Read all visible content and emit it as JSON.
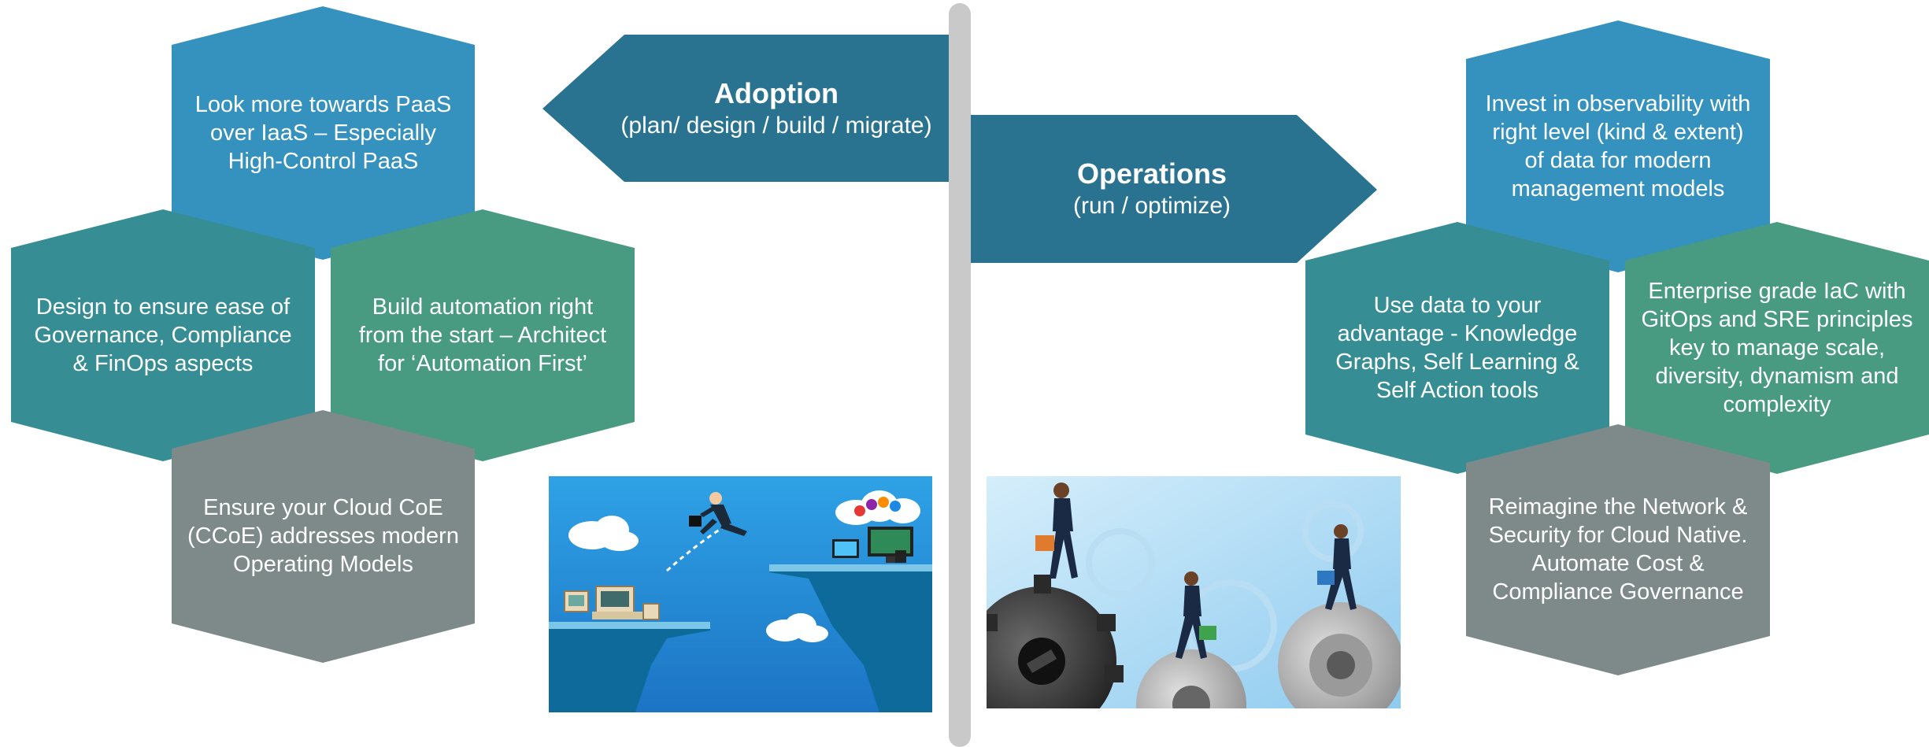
{
  "colors": {
    "blue": "#3592BE",
    "teal": "#368E94",
    "green": "#489A80",
    "gray": "#7D8A89",
    "arrow": "#2A7390",
    "divider": "#C9C9C9"
  },
  "adoption": {
    "title": "Adoption",
    "subtitle": "(plan/ design / build / migrate)",
    "hexagons": [
      {
        "text": "Look more towards PaaS\nover IaaS – Especially\nHigh-Control PaaS",
        "color": "blue"
      },
      {
        "text": "Design to ensure ease of\nGovernance, Compliance\n& FinOps aspects",
        "color": "teal"
      },
      {
        "text": "Build automation right\nfrom the start – Architect\nfor ‘Automation First’",
        "color": "green"
      },
      {
        "text": "Ensure your Cloud CoE\n(CCoE)  addresses modern\nOperating Models",
        "color": "gray"
      }
    ],
    "illustration": "businessman-leaping-between-cliffs-illustration"
  },
  "operations": {
    "title": "Operations",
    "subtitle": "(run / optimize)",
    "hexagons": [
      {
        "text": "Invest in observability with\nright level (kind & extent)\nof data for modern\nmanagement models",
        "color": "blue"
      },
      {
        "text": "Use data to your\nadvantage - Knowledge\nGraphs, Self Learning &\nSelf Action tools",
        "color": "teal"
      },
      {
        "text": "Enterprise grade IaC with\nGitOps and SRE principles\nkey to manage scale,\ndiversity, dynamism and\ncomplexity",
        "color": "green"
      },
      {
        "text": "Reimagine the Network &\nSecurity for Cloud Native.\nAutomate Cost &\nCompliance Governance",
        "color": "gray"
      }
    ],
    "illustration": "businessmen-walking-on-gears-illustration"
  }
}
